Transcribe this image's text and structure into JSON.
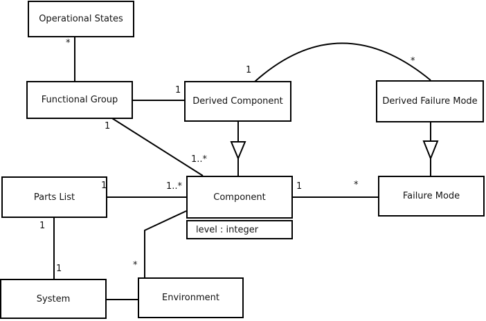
{
  "diagram": {
    "kind": "uml-class-diagram",
    "colors": {
      "line": "#000000",
      "background": "#ffffff",
      "text": "#111111"
    },
    "classes": {
      "operational_states": {
        "name": "Operational States"
      },
      "functional_group": {
        "name": "Functional Group"
      },
      "derived_component": {
        "name": "Derived Component"
      },
      "derived_failure_mode": {
        "name": "Derived Failure Mode"
      },
      "parts_list": {
        "name": "Parts List"
      },
      "component": {
        "name": "Component",
        "attribute": "level : integer"
      },
      "failure_mode": {
        "name": "Failure Mode"
      },
      "system": {
        "name": "System"
      },
      "environment": {
        "name": "Environment"
      }
    },
    "multiplicities": {
      "os_fg_star": "*",
      "fg_dc_one": "1",
      "fg_comp_one": "1",
      "fg_comp_many": "1..*",
      "pl_comp_one": "1",
      "pl_comp_many": "1..*",
      "comp_fm_one": "1",
      "comp_fm_star": "*",
      "pl_sys_one_top": "1",
      "pl_sys_one_bottom": "1",
      "env_comp_star": "*",
      "arc_dc_one": "1",
      "arc_dfm_star": "*"
    }
  }
}
